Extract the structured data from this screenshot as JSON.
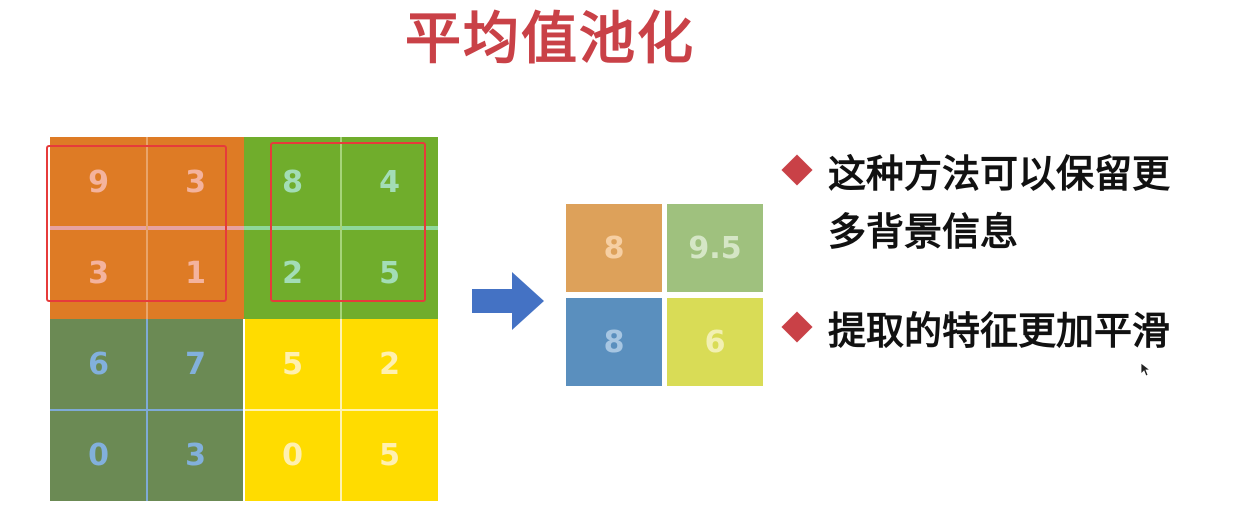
{
  "title": "平均值池化",
  "input_grid": {
    "rows": [
      [
        9,
        3,
        8,
        4
      ],
      [
        3,
        1,
        2,
        5
      ],
      [
        6,
        7,
        5,
        2
      ],
      [
        0,
        3,
        0,
        5
      ]
    ],
    "quadrant_colors": {
      "top_left": "#de7b25",
      "top_right": "#70ad2c",
      "bottom_left": "#6b8a54",
      "bottom_right": "#ffdc00"
    },
    "highlight_color": "#e63b3b"
  },
  "arrow": {
    "icon": "right-arrow-icon",
    "color": "#4472c4"
  },
  "output_grid": {
    "cells": [
      {
        "value": "8",
        "bg": "#dda15a",
        "fg": "#f6cfa3"
      },
      {
        "value": "9.5",
        "bg": "#9fc17e",
        "fg": "#d5e6c6"
      },
      {
        "value": "8",
        "bg": "#5a8fbe",
        "fg": "#a7c6e2"
      },
      {
        "value": "6",
        "bg": "#d9dc56",
        "fg": "#f2f0b3"
      }
    ]
  },
  "bullets": [
    {
      "text": "这种方法可以保留更多背景信息"
    },
    {
      "text": "提取的特征更加平滑"
    }
  ],
  "accent_color": "#c94147"
}
